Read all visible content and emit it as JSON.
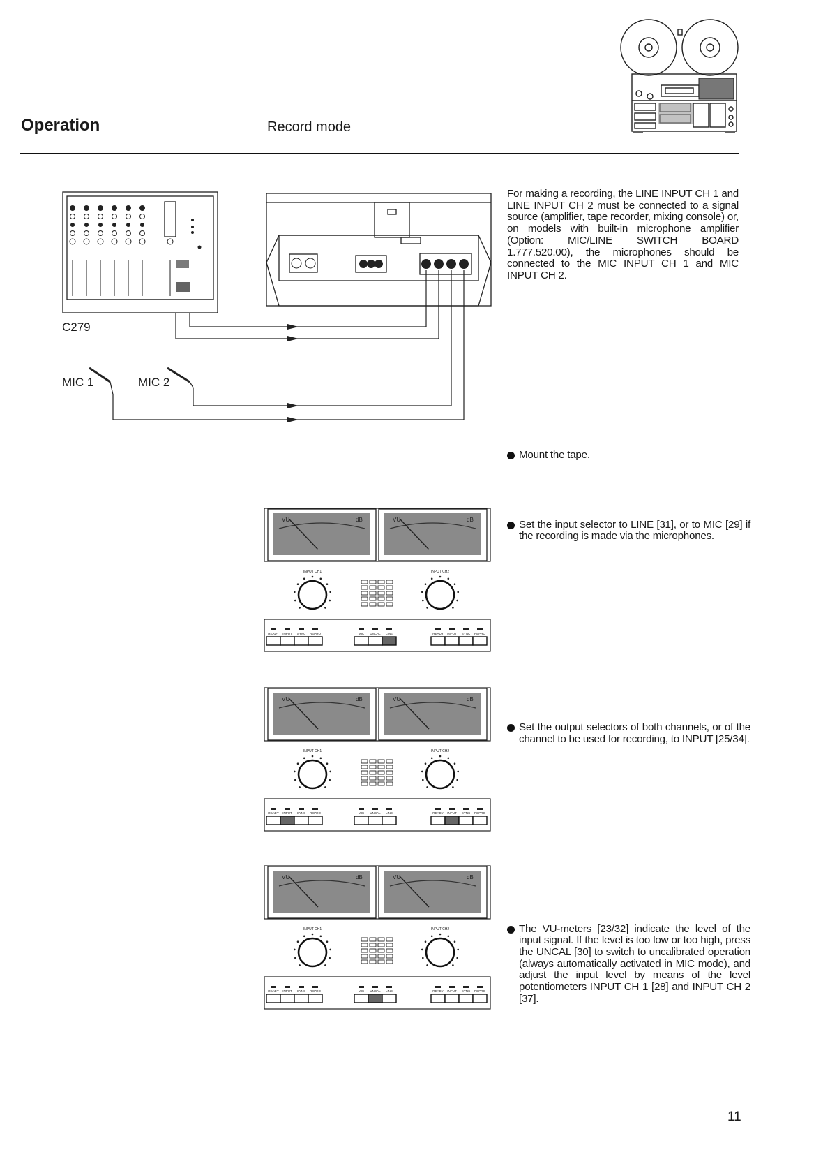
{
  "header": {
    "title": "Operation",
    "subtitle": "Record mode"
  },
  "diagram": {
    "mixer_label": "C279",
    "mic1_label": "MIC 1",
    "mic2_label": "MIC 2"
  },
  "intro_text": "For making a recording, the LINE INPUT CH 1 and LINE INPUT CH 2 must be connected to a signal source (amplifier, tape recorder, mixing console) or, on models with built-in microphone amplifier (Option: MIC/LINE SWITCH BOARD 1.777.520.00), the microphones should be connected to the MIC INPUT CH 1 and MIC INPUT CH 2.",
  "steps": [
    "Mount the tape.",
    "Set the input selector to LINE [31], or to MIC [29] if the recording is made via the microphones.",
    "Set the output selectors of both channels, or of the channel to be used for recording, to INPUT [25/34].",
    "The VU-meters [23/32] indicate the level of the input signal. If the level is too low or too high, press the UNCAL [30] to switch to uncalibrated operation (always automatically activated in MIC mode), and adjust the input level by means of the level potentiometers INPUT CH 1 [28] and INPUT CH 2 [37]."
  ],
  "panel": {
    "meter_left_vu": "VU",
    "meter_left_db": "dB",
    "meter_right_vu": "VU",
    "meter_right_db": "dB",
    "input_ch1": "INPUT CH1",
    "input_ch2": "INPUT CH2",
    "btn_labels_left": [
      "READY",
      "INPUT",
      "SYNC",
      "REPRO"
    ],
    "btn_labels_mid": [
      "MIC",
      "UNCAL",
      "LINE"
    ],
    "btn_labels_right": [
      "READY",
      "INPUT",
      "SYNC",
      "REPRO"
    ]
  },
  "page_number": "11"
}
